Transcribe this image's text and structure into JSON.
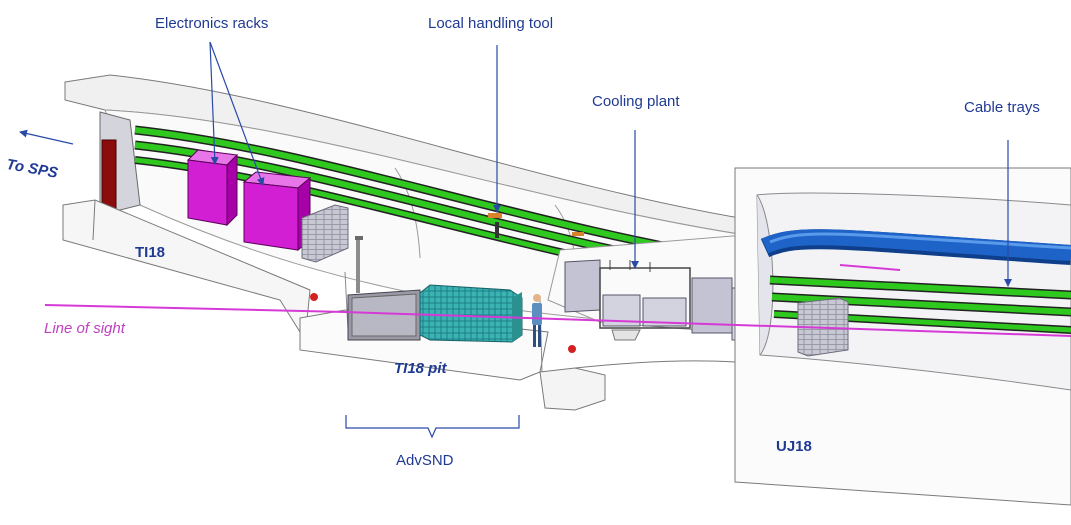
{
  "labels": {
    "electronics_racks": "Electronics racks",
    "local_handling_tool": "Local handling tool",
    "cooling_plant": "Cooling plant",
    "cable_trays": "Cable trays",
    "to_sps": "To SPS",
    "ti18": "TI18",
    "line_of_sight": "Line of sight",
    "ti18_pit": "TI18 pit",
    "advsnd": "AdvSND",
    "uj18": "UJ18"
  },
  "colors": {
    "label_text": "#1f3a93",
    "arrow": "#2a4aa8",
    "line_of_sight": "#d63ad6",
    "cable_tray_green": "#2fc81e",
    "pipe_blue": "#1e63c8",
    "rack_magenta": "#d31fd3",
    "detector_teal": "#2ba8a8",
    "tunnel_wall": "#f2f2f2",
    "tunnel_outline": "#808080"
  }
}
